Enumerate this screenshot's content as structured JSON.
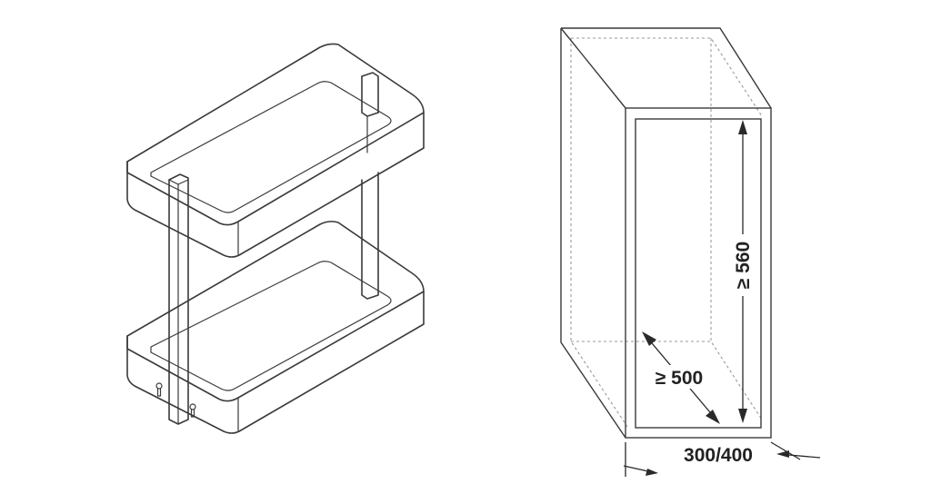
{
  "dimensions": {
    "height": "≥ 560",
    "depth": "≥ 500",
    "width": "300/400"
  },
  "colors": {
    "line": "#3a3a3a",
    "hidden_line": "#9a9a9a",
    "text": "#222222"
  }
}
